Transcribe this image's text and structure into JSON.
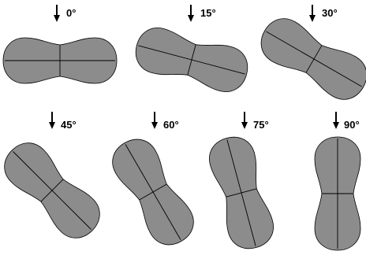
{
  "colors": {
    "shape_fill": "#8c8c8c",
    "shape_stroke": "#000000",
    "arrow": "#000000",
    "background": "#ffffff"
  },
  "panels": [
    {
      "label": "0°",
      "angle_deg": 0
    },
    {
      "label": "15°",
      "angle_deg": 15
    },
    {
      "label": "30°",
      "angle_deg": 30
    },
    {
      "label": "45°",
      "angle_deg": 45
    },
    {
      "label": "60°",
      "angle_deg": 60
    },
    {
      "label": "75°",
      "angle_deg": 75
    },
    {
      "label": "90°",
      "angle_deg": 90
    }
  ]
}
